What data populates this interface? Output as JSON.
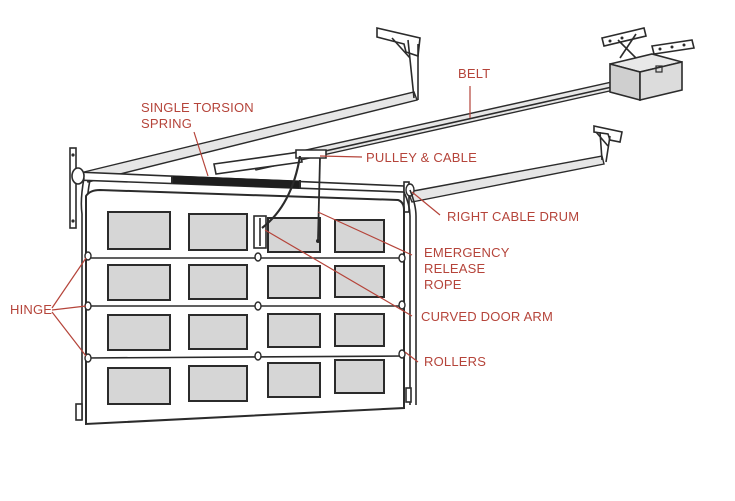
{
  "colors": {
    "label": "#b5443a",
    "line": "#2b2b2b",
    "window_fill": "#d6d6d6",
    "rail_fill": "#e6e6e6",
    "background": "#ffffff"
  },
  "labels": {
    "belt": "BELT",
    "torsion_spring_line1": "SINGLE TORSION",
    "torsion_spring_line2": "SPRING",
    "pulley_cable": "PULLEY & CABLE",
    "right_cable_drum": "RIGHT CABLE DRUM",
    "emergency_line1": "EMERGENCY",
    "emergency_line2": "RELEASE",
    "emergency_line3": "ROPE",
    "hinge": "HINGE",
    "curved_door_arm": "CURVED DOOR ARM",
    "rollers": "ROLLERS"
  }
}
